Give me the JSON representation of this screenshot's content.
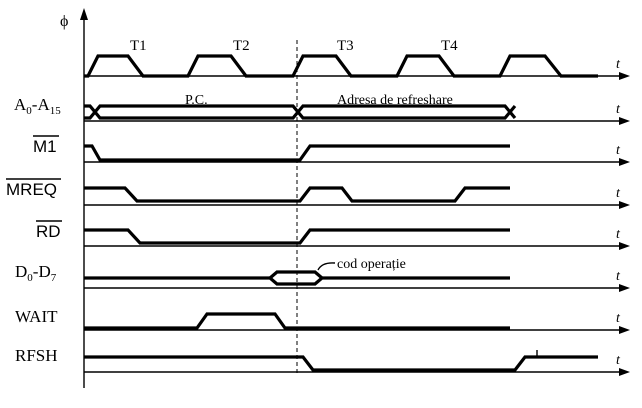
{
  "clock_label": "ϕ",
  "time_label": "t",
  "periods": [
    "T1",
    "T2",
    "T3",
    "T4"
  ],
  "signals": {
    "address": {
      "main": "A",
      "sub1": "0",
      "mid": "-A",
      "sub2": "15"
    },
    "m1": "M1",
    "mreq": "MREQ",
    "rd": "RD",
    "data": {
      "main": "D",
      "sub1": "0",
      "mid": "-D",
      "sub2": "7"
    },
    "wait": "WAIT",
    "rfsh": "RFSH"
  },
  "annotations": {
    "pc": "P.C.",
    "refresh_address": "Adresa de refreshare",
    "opcode": "cod operație"
  }
}
